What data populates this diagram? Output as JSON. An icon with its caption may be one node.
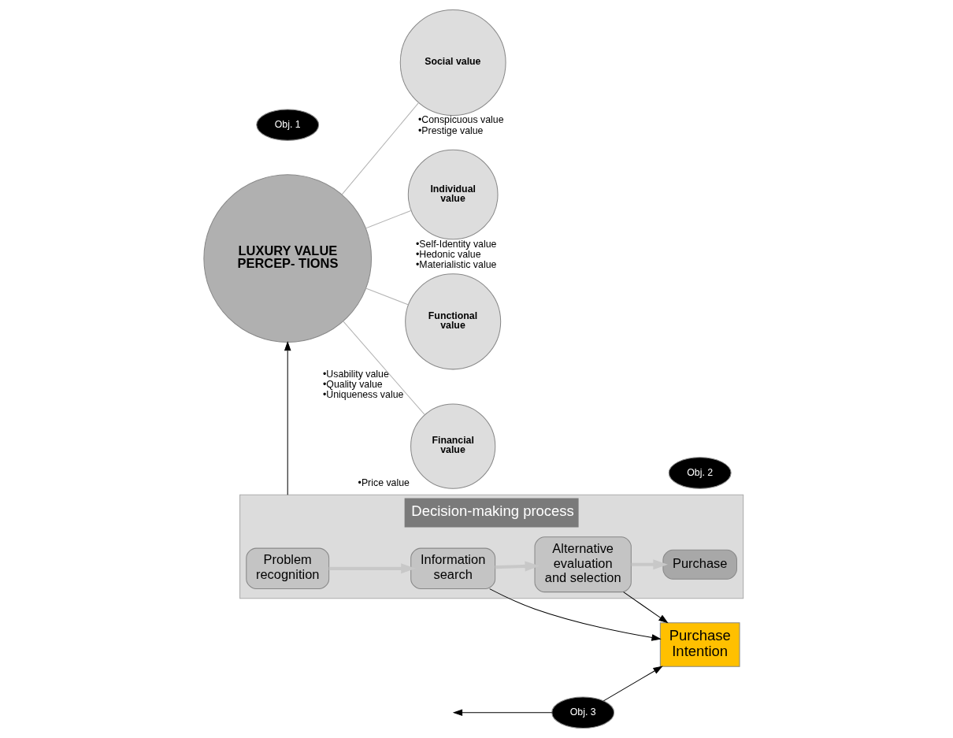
{
  "diagram": {
    "nodes": [
      {
        "text": [
          "Decision-making process"
        ]
      },
      {
        "text": [
          "Problem recognition"
        ],
        "in": 0
      },
      {
        "text": [
          "Information search"
        ],
        "in": 0
      },
      {
        "text": [
          "Alternative evaluation and selection"
        ],
        "in": 0
      },
      {
        "text": [
          "Purchase"
        ],
        "in": 0
      },
      {
        "text": [
          "LUXURY VALUE PERCEP- TIONS"
        ]
      },
      {
        "text": [
          "Obj. 1"
        ]
      },
      {
        "text": [
          "Social value"
        ],
        "beside": [
          "•Conspicuous value",
          "•Prestige value"
        ]
      },
      {
        "text": [
          "Individual value"
        ],
        "beside": [
          "•Self-Identity value",
          "•Hedonic value",
          "•Materialistic value"
        ]
      },
      {
        "text": [
          "Functional value"
        ],
        "beside": [
          "•Usability value",
          "•Quality value",
          "•Uniqueness value"
        ]
      },
      {
        "text": [
          "Financial value"
        ],
        "beside": [
          "•Price value"
        ]
      },
      {
        "text": [
          "Obj. 3"
        ]
      },
      {
        "text": [
          "Obj. 2"
        ]
      },
      {
        "text": [
          "Purchase Intention"
        ]
      }
    ],
    "edges": [
      {
        "from": 1,
        "to": 2,
        "arrow": "to",
        "style": "thick",
        "color": "#c8c8c8"
      },
      {
        "from": 2,
        "to": 3,
        "arrow": "to",
        "style": "thick",
        "color": "#c8c8c8"
      },
      {
        "from": 3,
        "to": 4,
        "arrow": "to",
        "style": "thick",
        "color": "#c8c8c8"
      },
      {
        "from": 0,
        "to": 5,
        "arrow": "to",
        "color": "#000000"
      },
      {
        "from": 5,
        "to": 7,
        "arrow": "none",
        "color": "#b4b4b4"
      },
      {
        "from": 5,
        "to": 8,
        "arrow": "none",
        "color": "#b4b4b4"
      },
      {
        "from": 5,
        "to": 9,
        "arrow": "none",
        "color": "#b4b4b4"
      },
      {
        "from": 5,
        "to": 10,
        "arrow": "none",
        "color": "#b4b4b4"
      },
      {
        "from": 2,
        "to": 13,
        "arrow": "to",
        "color": "#000000"
      },
      {
        "from": 3,
        "to": 13,
        "arrow": "to",
        "color": "#000000"
      },
      {
        "from": 11,
        "to": null,
        "arrow": "to",
        "color": "#000000"
      },
      {
        "from": 11,
        "to": 13,
        "arrow": "to",
        "color": "#000000"
      }
    ]
  }
}
